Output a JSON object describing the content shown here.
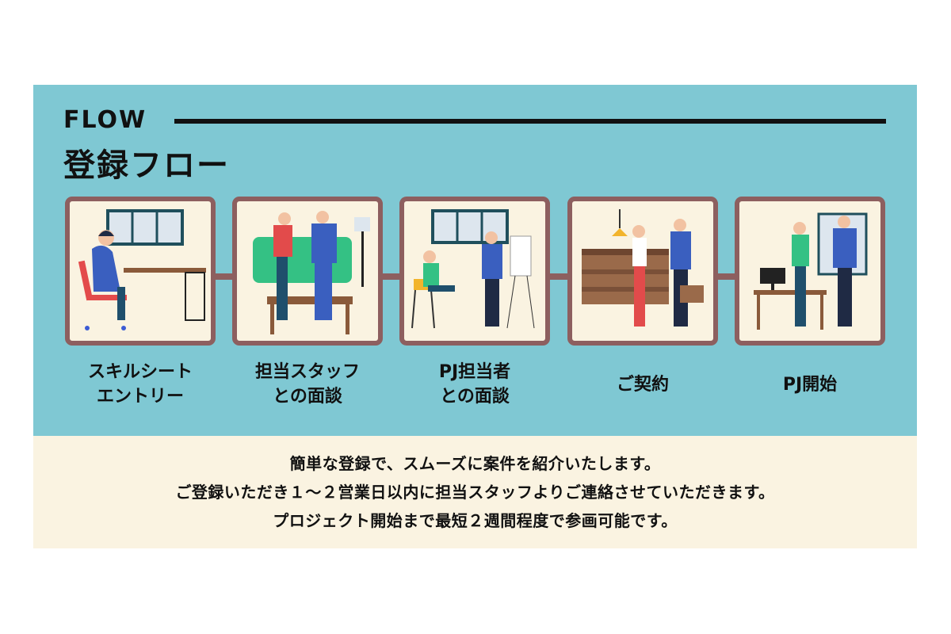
{
  "header": {
    "title_en": "FLOW",
    "title_jp": "登録フロー"
  },
  "steps": [
    {
      "line1": "スキルシート",
      "line2": "エントリー",
      "illustration": "man-at-desk-illustration"
    },
    {
      "line1": "担当スタッフ",
      "line2": "との面談",
      "illustration": "staff-meeting-illustration"
    },
    {
      "line1": "PJ担当者",
      "line2": "との面談",
      "illustration": "presentation-illustration"
    },
    {
      "line1": "ご契約",
      "line2": "",
      "illustration": "handshake-illustration"
    },
    {
      "line1": "PJ開始",
      "line2": "",
      "illustration": "office-start-illustration"
    }
  ],
  "description": [
    "簡単な登録で、スムーズに案件を紹介いたします。",
    "ご登録いただき１～２営業日以内に担当スタッフよりご連絡させていただきます。",
    "プロジェクト開始まで最短２週間程度で参画可能です。"
  ],
  "colors": {
    "panel": "#7fc8d3",
    "cream": "#faf3e1",
    "frame": "#8d5f5f"
  }
}
